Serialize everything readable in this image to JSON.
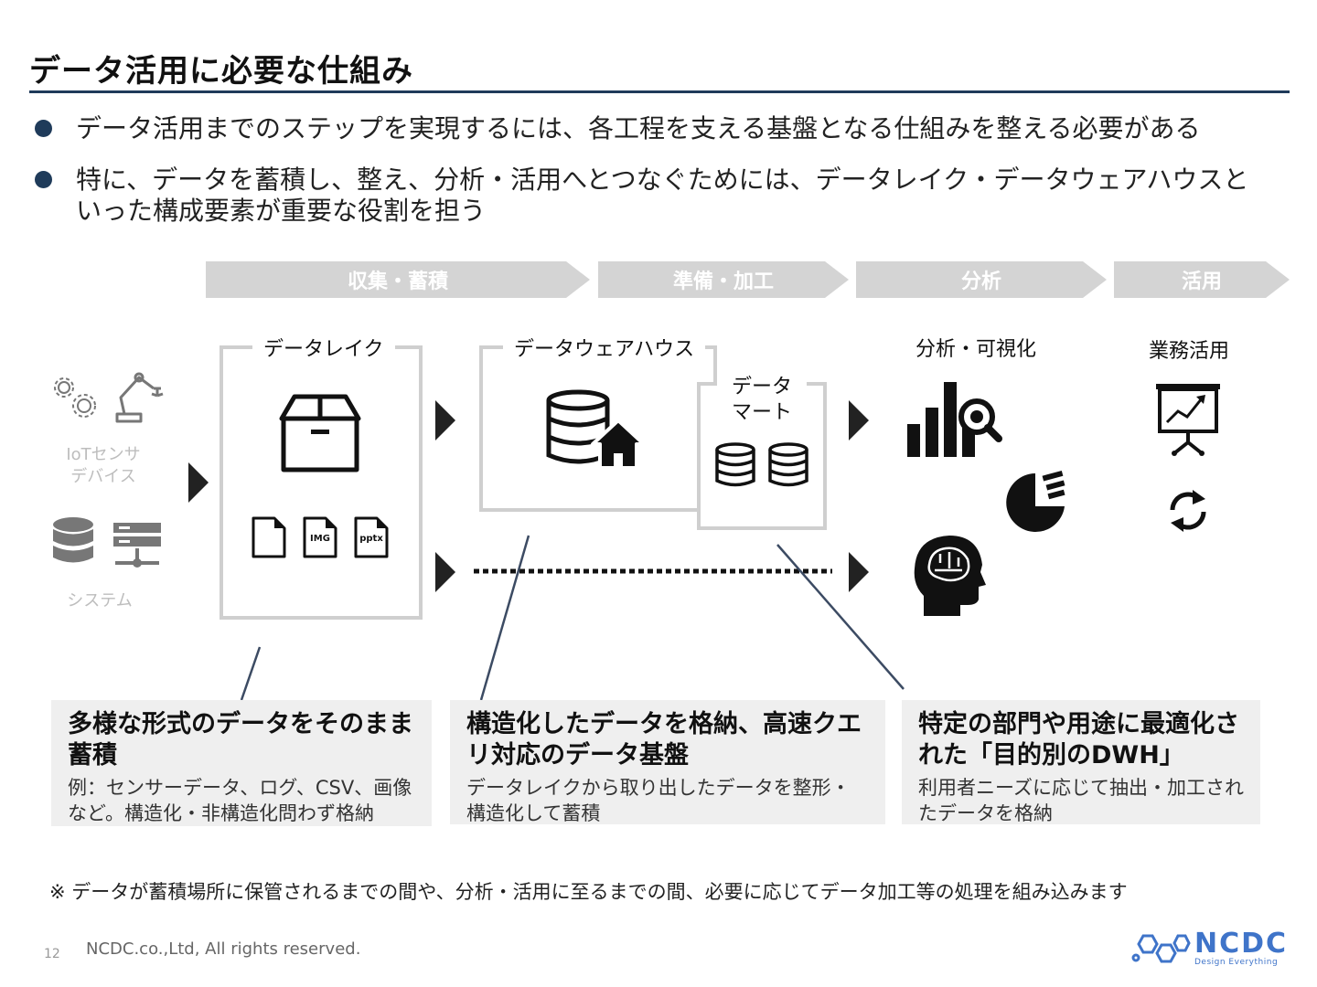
{
  "title": "データ活用に必要な仕組み",
  "bullets": [
    "データ活用までのステップを実現するには、各工程を支える基盤となる仕組みを整える必要がある",
    "特に、データを蓄積し、整え、分析・活用へとつなぐためには、データレイク・データウェアハウスといった構成要素が重要な役割を担う"
  ],
  "stages": [
    "収集・蓄積",
    "準備・加工",
    "分析",
    "活用"
  ],
  "sources": {
    "iot_label": "IoTセンサ\nデバイス",
    "system_label": "システム"
  },
  "lake": {
    "label": "データレイク",
    "file_tags": [
      "IMG",
      "pptx"
    ]
  },
  "warehouse": {
    "label": "データウェアハウス"
  },
  "mart": {
    "label": "データ\nマート"
  },
  "analysis": {
    "label": "分析・可視化"
  },
  "business": {
    "label": "業務活用"
  },
  "descriptions": [
    {
      "heading": "多様な形式のデータをそのまま蓄積",
      "body": "例：センサーデータ、ログ、CSV、画像など。構造化・非構造化問わず格納"
    },
    {
      "heading": "構造化したデータを格納、高速クエリ対応のデータ基盤",
      "body": "データレイクから取り出したデータを整形・構造化して蓄積"
    },
    {
      "heading": "特定の部門や用途に最適化された「目的別のDWH」",
      "body": "利用者ニーズに応じて抽出・加工されたデータを格納"
    }
  ],
  "footnote": "※ データが蓄積場所に保管されるまでの間や、分析・活用に至るまでの間、必要に応じてデータ加工等の処理を組み込みます",
  "footer": {
    "page": "12",
    "copyright": "NCDC.co.,Ltd, All rights reserved.",
    "logo_word": "NCDC",
    "logo_tagline": "Design Everything"
  },
  "colors": {
    "accent": "#1f3b5a",
    "stage_bg": "#d4d4d4",
    "box_border": "#cfcfcf",
    "desc_bg": "#efefef",
    "logo": "#3f74c9"
  }
}
